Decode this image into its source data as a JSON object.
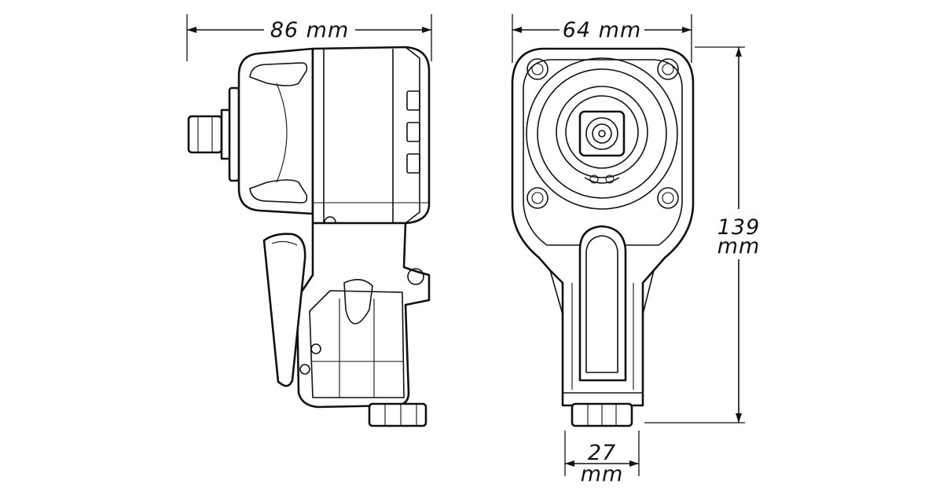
{
  "dimensions": {
    "side_width": "86 mm",
    "front_width": "64 mm",
    "height_value": "139",
    "height_unit": "mm",
    "inlet_value": "27",
    "inlet_unit": "mm"
  },
  "colors": {
    "line": "#111111",
    "background": "#ffffff"
  }
}
